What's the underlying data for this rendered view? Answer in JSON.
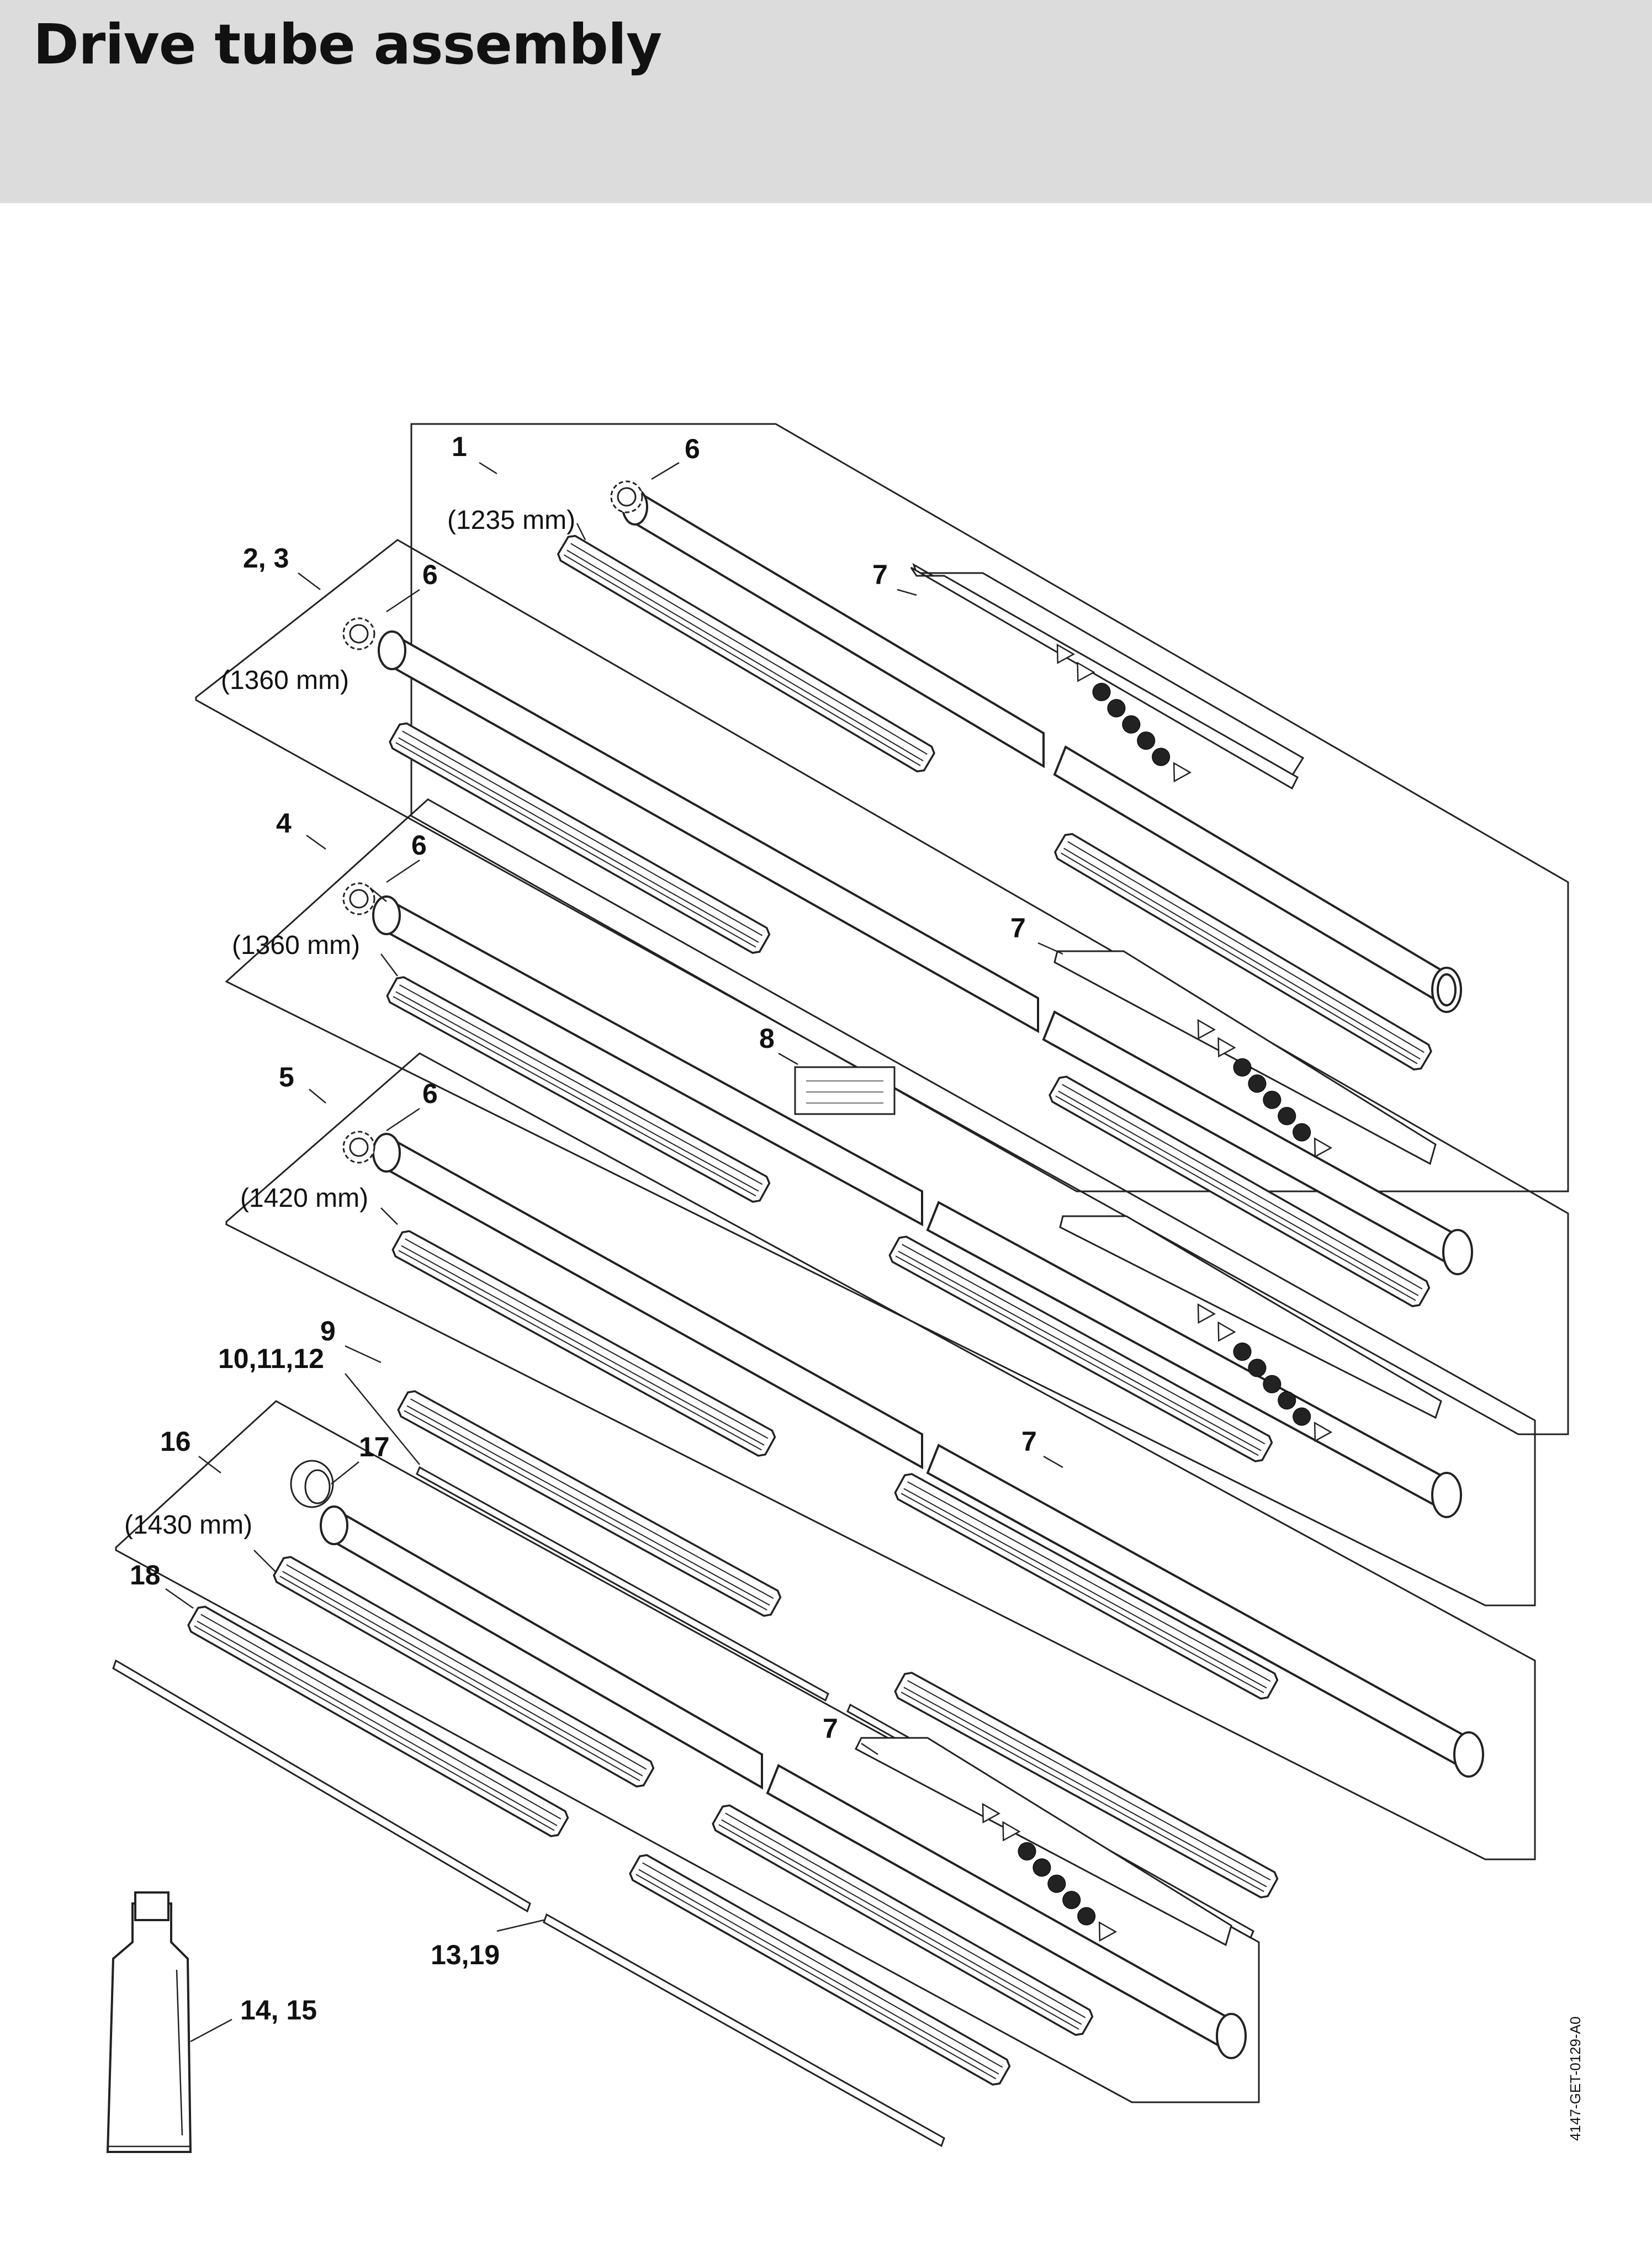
{
  "page": {
    "title": "Drive tube assembly"
  },
  "callouts": {
    "c1": "1",
    "c23": "2, 3",
    "c4": "4",
    "c5": "5",
    "c6": "6",
    "c7": "7",
    "c8": "8",
    "c9": "9",
    "c101112": "10,11,12",
    "c1319": "13,19",
    "c1415": "14, 15",
    "c16": "16",
    "c17": "17",
    "c18": "18"
  },
  "dimensions": {
    "d1235": "(1235 mm)",
    "d1360": "(1360 mm)",
    "d1420": "(1420 mm)",
    "d1430": "(1430 mm)"
  },
  "figure_code": "4147-GET-0129-A0",
  "icons": {
    "decal": "warning-label-icon",
    "gear": "toothed-ring-icon",
    "bushing": "bushing-icon",
    "grease": "grease-tube-icon"
  }
}
